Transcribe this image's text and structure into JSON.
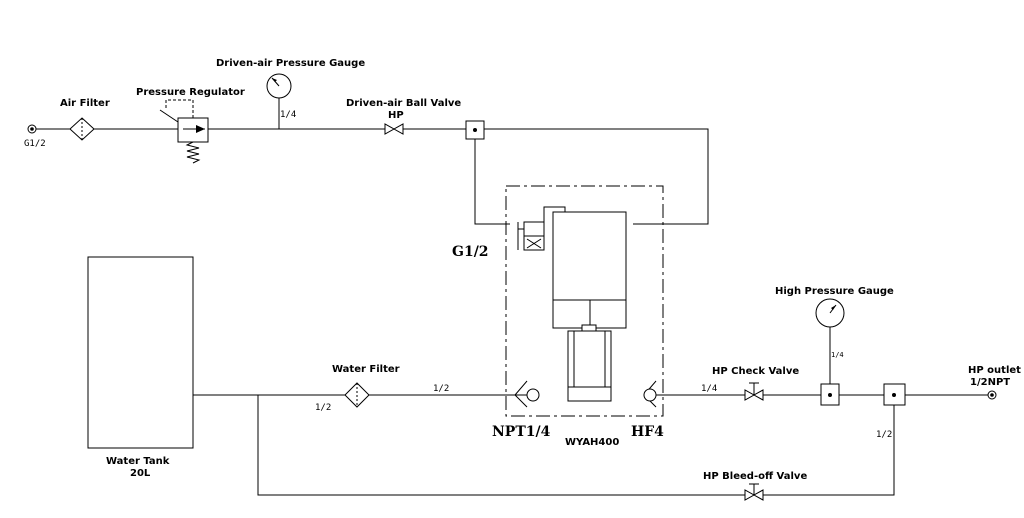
{
  "labels": {
    "air_filter": "Air Filter",
    "pressure_regulator": "Pressure Regulator",
    "driven_air_gauge": "Driven-air Pressure Gauge",
    "driven_air_ball_valve": "Driven-air Ball Valve",
    "hp_small": "HP",
    "g12_inlet": "G1/2",
    "gauge_port": "1/4",
    "g12_big": "G1/2",
    "water_filter": "Water Filter",
    "water_tank_line1": "Water Tank",
    "water_tank_line2": "20L",
    "pipe_half_left": "1/2",
    "pipe_half_mid": "1/2",
    "npt": "NPT1/4",
    "model": "WYAH400",
    "hf4": "HF4",
    "hp_check_valve": "HP Check Valve",
    "pipe_quarter": "1/4",
    "high_pressure_gauge": "High Pressure Gauge",
    "hp_gauge_port": "1/4",
    "hp_outlet_line1": "HP outlet",
    "hp_outlet_line2": "1/2NPT",
    "pipe_half_right": "1/2",
    "hp_bleed_off_valve": "HP Bleed-off Valve"
  }
}
